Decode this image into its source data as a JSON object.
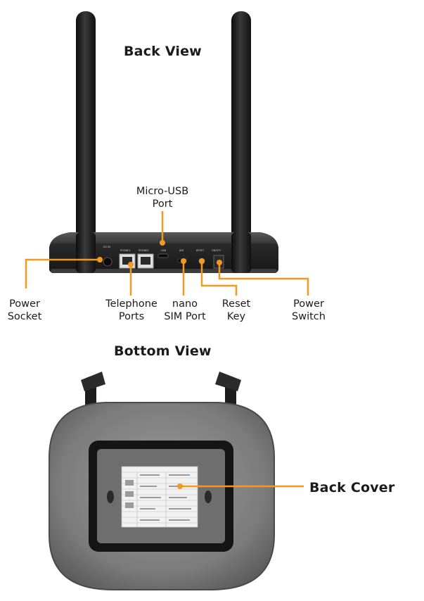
{
  "back_view": {
    "heading": "Back View",
    "callouts": {
      "micro_usb_line1": "Micro-USB",
      "micro_usb_line2": "Port",
      "power_socket_line1": "Power",
      "power_socket_line2": "Socket",
      "telephone_line1": "Telephone",
      "telephone_line2": "Ports",
      "sim_line1": "nano",
      "sim_line2": "SIM Port",
      "reset_line1": "Reset",
      "reset_line2": "Key",
      "power_switch_line1": "Power",
      "power_switch_line2": "Switch"
    },
    "port_labels": {
      "dc_in": "DC IN",
      "phone1": "PHONE1",
      "phone2": "PHONE2",
      "usb": "USB",
      "sim": "SIM",
      "reset": "RESET",
      "on_off": "ON/OFF"
    }
  },
  "bottom_view": {
    "heading": "Bottom View",
    "callouts": {
      "back_cover": "Back Cover"
    }
  },
  "colors": {
    "callout_line": "#f39a1e",
    "device_dark": "#222222",
    "device_shell": "#7a7a7a"
  }
}
